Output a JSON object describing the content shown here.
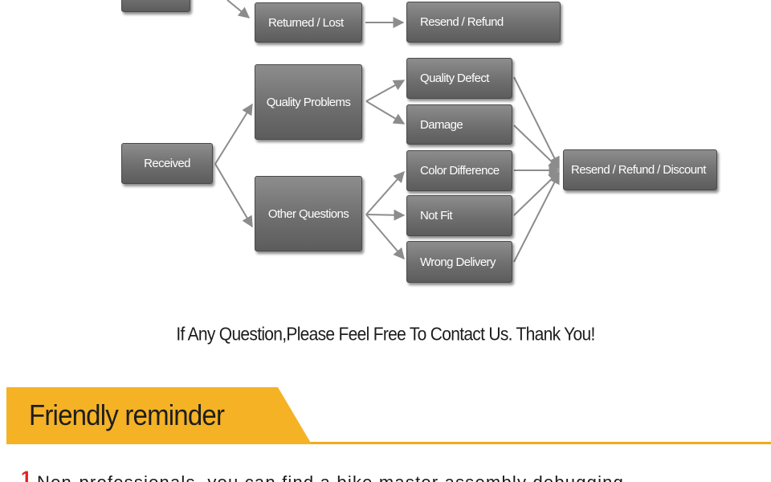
{
  "flowchart": {
    "nodes": {
      "top_partial": "",
      "returned_lost": "Returned / Lost",
      "resend_refund": "Resend / Refund",
      "received": "Received",
      "quality_problems": "Quality Problems",
      "other_questions": "Other Questions",
      "quality_defect": "Quality Defect",
      "damage": "Damage",
      "color_difference": "Color Difference",
      "not_fit": "Not Fit",
      "wrong_delivery": "Wrong Delivery",
      "resend_refund_discount": "Resend / Refund / Discount"
    },
    "edges": [
      [
        "top_partial",
        "returned_lost"
      ],
      [
        "returned_lost",
        "resend_refund"
      ],
      [
        "received",
        "quality_problems"
      ],
      [
        "received",
        "other_questions"
      ],
      [
        "quality_problems",
        "quality_defect"
      ],
      [
        "quality_problems",
        "damage"
      ],
      [
        "other_questions",
        "color_difference"
      ],
      [
        "other_questions",
        "not_fit"
      ],
      [
        "other_questions",
        "wrong_delivery"
      ],
      [
        "quality_defect",
        "resend_refund_discount"
      ],
      [
        "damage",
        "resend_refund_discount"
      ],
      [
        "color_difference",
        "resend_refund_discount"
      ],
      [
        "not_fit",
        "resend_refund_discount"
      ],
      [
        "wrong_delivery",
        "resend_refund_discount"
      ]
    ],
    "colors": {
      "box": "#6f6f6f",
      "arrow": "#8c8c8c"
    }
  },
  "contact_line": "If Any Question,Please Feel Free To Contact Us. Thank You!",
  "reminder": {
    "title": "Friendly reminder",
    "accent_color": "#f5b225",
    "items": [
      {
        "number": "1",
        "text": "Non-professionals, you can find a bike master assembly debugging"
      }
    ]
  }
}
